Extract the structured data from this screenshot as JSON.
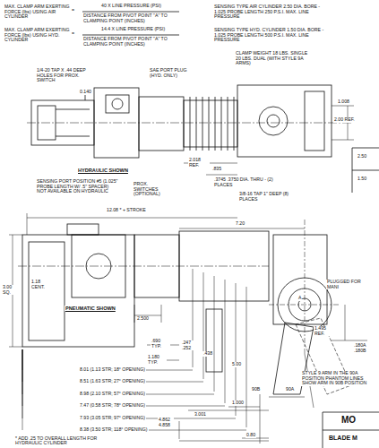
{
  "diagram": {
    "labels": [
      "MAX. CLAMP ARM EXERTING FORCE (lbs) USING AIR CYLINDER",
      "=",
      "40 X LINE PRESSURE (PSI)",
      "DISTANCE FROM PIVOT POINT \"A\" TO CLAMPING POINT (INCHES)",
      "MAX. CLAMP ARM EXERTING FORCE (lbs) USING HYD. CYLINDER",
      "=",
      "14.4 X LINE PRESSURE (PSI)",
      "DISTANCE FROM PIVOT POINT \"A\" TO CLAMPING POINT (INCHES)",
      "SENSING TYPE AIR CYLINDER 2.50 DIA. BORE - 1.025 PROBE LENGTH 250 P.S.I. MAX. LINE PRESSURE",
      "SENSING TYPE HYD. CYLINDER 1.50 DIA. BORE - 1.025 PROBE LENGTH 500 P.S.I. MAX. LINE PRESSURE",
      "CLAMP WEIGHT 18 LBS. SINGLE 20 LBS. DUAL (WITH STYLE 9A ARMS)",
      "1/4-20 TAP X .44 DEEP HOLES FOR PROX. SWITCH",
      "SAE PORT PLUG (HYD. ONLY)",
      "0.140",
      "1.008",
      "2.00 REF.",
      "2.018 REF.",
      ".835",
      "HYDRAULIC SHOWN",
      "SENSING PORT POSITION #5 (1.025\" PROBE LENGTH W/ .5\" SPACER) NOT AVAILABLE ON HYDRAULIC",
      "PROX. SWITCHES (OPTIONAL)",
      ".3745 .3750 DIA. THRU - (2) PLACES",
      "3/8-16 TAP 1\" DEEP (8) PLACES",
      "12.08 * + STROKE",
      "7.20",
      "3.00 SQ.",
      "1.18 CENT.",
      "PNEUMATIC SHOWN",
      "2.500",
      ".690 TYP.",
      "1.180 TYP.",
      ".247 .252",
      "8.01 (1.13 STR; 18° OPENING)",
      "8.51 (1.63 STR; 27° OPENING)",
      "8.98 (2.10 STR; 57° OPENING)",
      "7.47 (0.58 STR; 78° OPENING)",
      "7.93 (3.05 STR; 97° OPENING)",
      "8.38 (3.50 STR; 118° OPENING)",
      "* ADD .25 TO OVERALL LENGTH FOR HYDRAULIC CYLINDER",
      "4.862 4.858",
      "3.001",
      "1.000",
      "0.80",
      "5.00",
      "90B",
      "90A",
      "STYLE 9 ARM IN THE 90A POSITION PHANTOM LINES SHOW ARM IN 90B POSITION",
      "MO",
      "BLADE M",
      "PLUGGED FOR MANI",
      "1.495 REF.",
      ".180A .180B",
      "A",
      ".438",
      "2.50",
      "1.50"
    ]
  }
}
